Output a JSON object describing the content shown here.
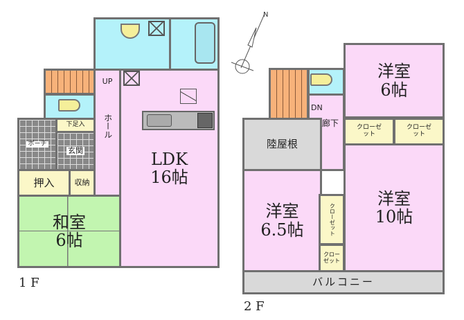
{
  "floor1": {
    "label": "1 F",
    "rooms": {
      "ldk": {
        "name": "LDK",
        "size": "16帖"
      },
      "washitsu": {
        "name": "和室",
        "size": "6帖"
      },
      "oshiire": "押入",
      "shuno": "収納",
      "genkan": "玄関",
      "porch": "ポーチ",
      "getabako": "下足入",
      "hall": "ホール",
      "stairs_up": "UP"
    }
  },
  "floor2": {
    "label": "2 F",
    "rooms": {
      "western1": {
        "name": "洋室",
        "size": "6帖"
      },
      "western2": {
        "name": "洋室",
        "size": "6.5帖"
      },
      "western3": {
        "name": "洋室",
        "size": "10帖"
      },
      "roof": "陸屋根",
      "corridor": "廊下",
      "closet": "クローゼット",
      "closet_vertical": "クローゼット",
      "balcony": "バルコニー",
      "stairs_down": "DN"
    }
  },
  "compass": {
    "north_label": "N"
  },
  "colors": {
    "living": "#fbd9f8",
    "water": "#b4f2fa",
    "stairs": "#f7b27a",
    "storage": "#fbf7c8",
    "tatami": "#c2f5b0",
    "exterior": "#d9d9d9",
    "wall": "#707070"
  }
}
